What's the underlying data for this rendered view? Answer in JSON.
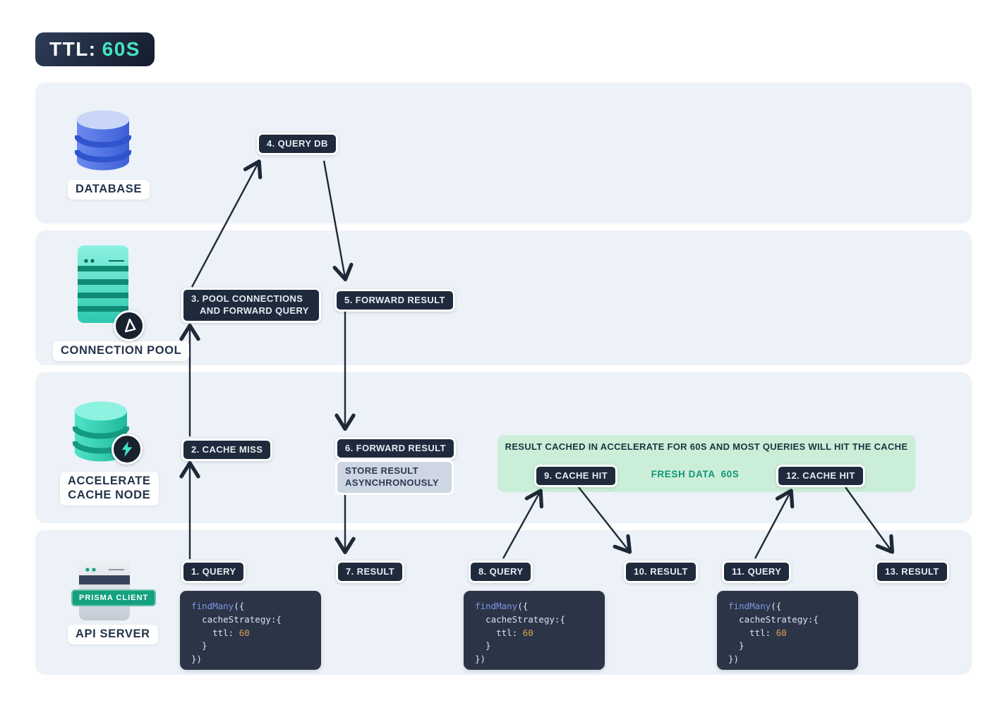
{
  "colors": {
    "accent_teal": "#49e3c4",
    "step_pill_bg": "#1f2b3d",
    "lane_bg": "#edf1f8",
    "banner_bg": "#cbeed8",
    "banner_text": "#1c3440",
    "fresh_text": "#0e9678",
    "note_bg": "#cdd6e2",
    "code_bg": "#2b3547",
    "code_fn_color": "#7d95e6",
    "code_num_color": "#dd9f56",
    "arrow": "#1e2938",
    "prisma_client_bg": "#15a180"
  },
  "ttl_badge": {
    "label": "TTL:",
    "value": "60S"
  },
  "lanes": {
    "database": {
      "label": "DATABASE"
    },
    "connection_pool": {
      "label": "CONNECTION POOL"
    },
    "accelerate": {
      "label_line1": "ACCELERATE",
      "label_line2": "CACHE NODE"
    },
    "api_server": {
      "label": "API SERVER",
      "client_badge": "PRISMA CLIENT"
    }
  },
  "icons": {
    "database": "database-cylinder-blue",
    "connection_pool": "server-stack-teal",
    "connection_pool_badge": "prisma-logo",
    "accelerate": "database-cylinder-teal",
    "accelerate_badge": "lightning-bolt",
    "api_server": "server-box-gray"
  },
  "steps": {
    "s1": "1. QUERY",
    "s2": "2. CACHE MISS",
    "s3_line1": "3. POOL CONNECTIONS",
    "s3_line2": "AND FORWARD QUERY",
    "s4": "4. QUERY DB",
    "s5": "5. FORWARD RESULT",
    "s6": "6. FORWARD RESULT",
    "note_line1": "STORE RESULT",
    "note_line2": "ASYNCHRONOUSLY",
    "s7": "7. RESULT",
    "s8": "8. QUERY",
    "s9": "9. CACHE HIT",
    "s10": "10. RESULT",
    "s11": "11. QUERY",
    "s12": "12. CACHE HIT",
    "s13": "13. RESULT"
  },
  "banner": {
    "title": "RESULT CACHED IN ACCELERATE FOR 60S AND MOST QUERIES WILL HIT THE CACHE",
    "fresh_label": "FRESH DATA",
    "fresh_value": "60S"
  },
  "code": {
    "fn": "findMany",
    "l1_rest": "({",
    "l2": "  cacheStrategy:{",
    "l3_prefix": "    ttl: ",
    "l3_value": "60",
    "l4": "  }",
    "l5": "})"
  }
}
